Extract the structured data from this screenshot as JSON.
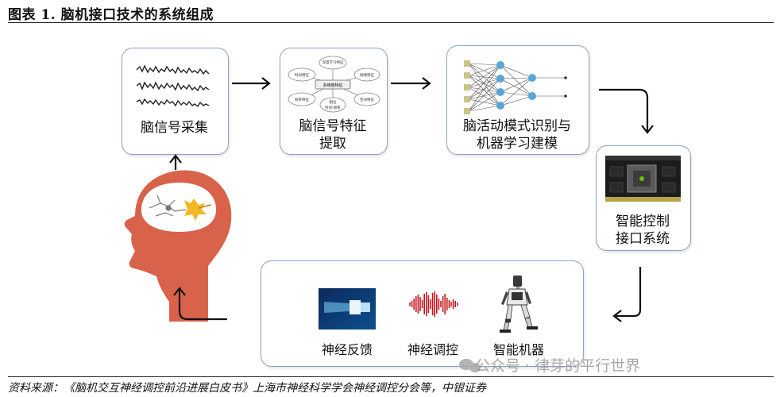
{
  "title": "图表 1. 脑机接口技术的系统组成",
  "stages": {
    "acquisition": "脑信号采集",
    "feature_line1": "脑信号特征",
    "feature_line2": "提取",
    "modeling_line1": "脑活动模式识别与",
    "modeling_line2": "机器学习建模",
    "interface_line1": "智能控制",
    "interface_line2": "接口系统"
  },
  "feature_diagram": {
    "center": "多维度特征",
    "nodes": [
      "深度学习特征",
      "时间特征",
      "频域特征",
      "频率特征",
      "空间特征",
      "相位",
      "时间-频率"
    ]
  },
  "outputs": [
    "神经反馈",
    "神经调控",
    "智能机器"
  ],
  "source": "资料来源：《脑机交互神经调控前沿进展白皮书》上海市神经科学学会神经调控分会等，中银证券",
  "watermark": "公众号 · 律芽的平行世界",
  "colors": {
    "box_border": "#8ea2c4",
    "head": "#d9624a",
    "nn_node": "#5aa6d8",
    "nn_input": "#c9c48a"
  }
}
